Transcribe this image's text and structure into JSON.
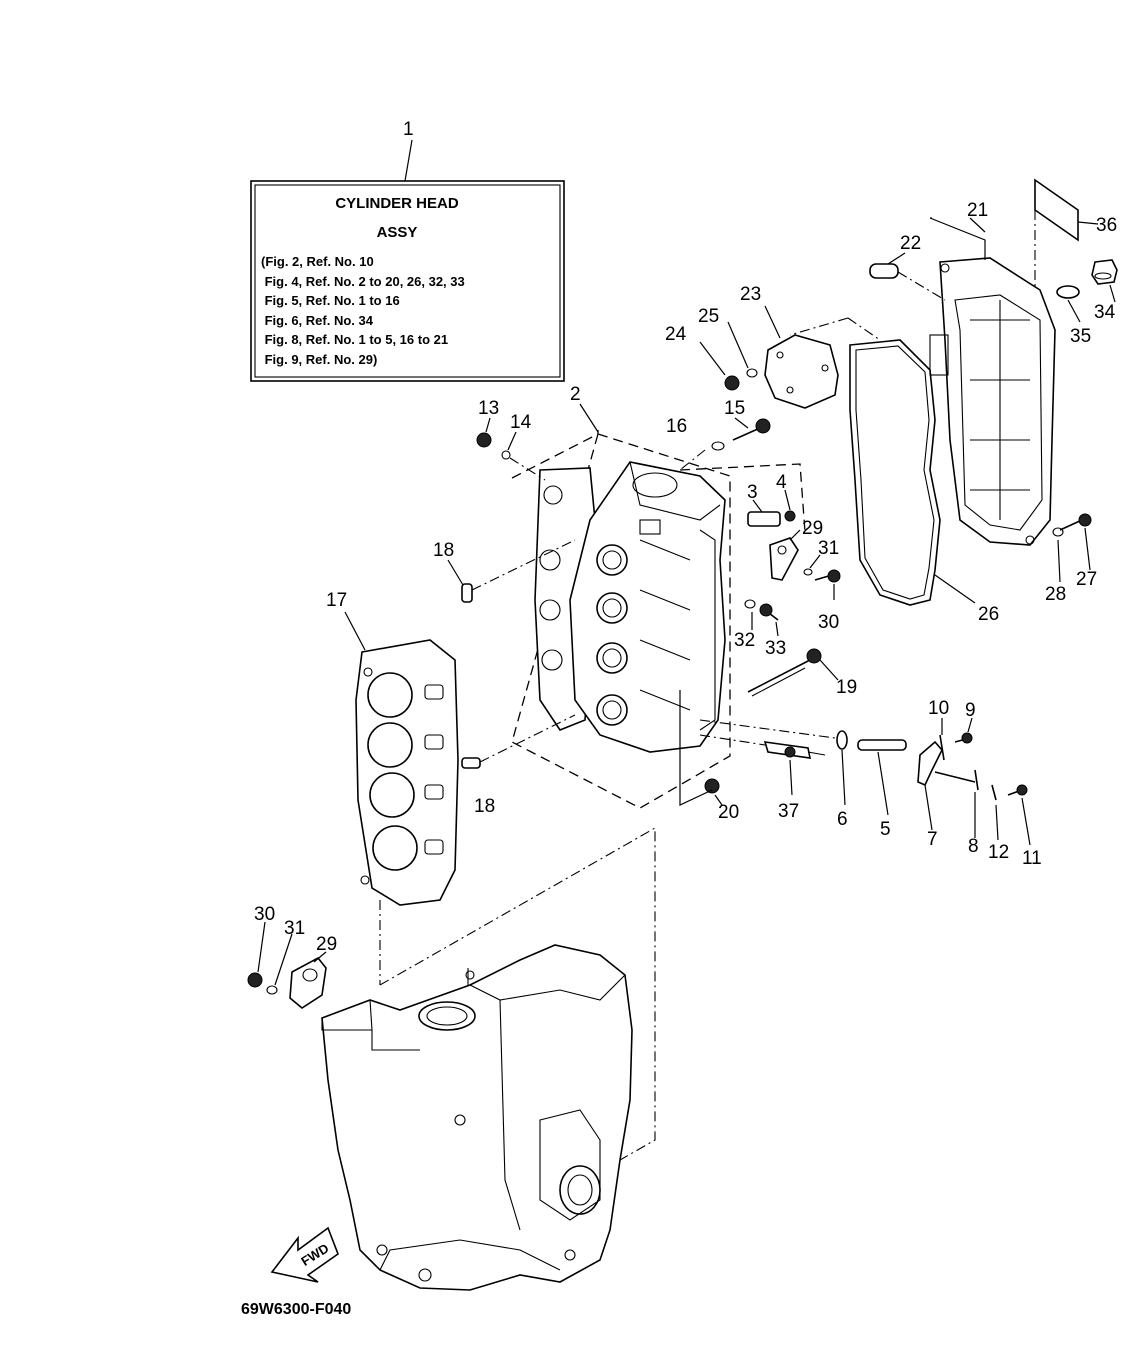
{
  "assy_box": {
    "title_line1": "CYLINDER HEAD",
    "title_line2": "ASSY",
    "lines": [
      "(Fig. 2, Ref. No. 10",
      " Fig. 4, Ref. No. 2 to 20, 26, 32, 33",
      " Fig. 5, Ref. No. 1 to 16",
      " Fig. 6, Ref. No. 34",
      " Fig. 8, Ref. No. 1 to 5, 16 to 21",
      " Fig. 9, Ref. No. 29)"
    ]
  },
  "callouts": {
    "c1": "1",
    "c2": "2",
    "c3": "3",
    "c4": "4",
    "c5": "5",
    "c6": "6",
    "c7": "7",
    "c8": "8",
    "c9": "9",
    "c10": "10",
    "c11": "11",
    "c12": "12",
    "c13": "13",
    "c14": "14",
    "c15": "15",
    "c16": "16",
    "c17": "17",
    "c18a": "18",
    "c18b": "18",
    "c19": "19",
    "c20": "20",
    "c21": "21",
    "c22": "22",
    "c23": "23",
    "c24": "24",
    "c25": "25",
    "c26": "26",
    "c27": "27",
    "c28": "28",
    "c29a": "29",
    "c29b": "29",
    "c30a": "30",
    "c30b": "30",
    "c31a": "31",
    "c31b": "31",
    "c32": "32",
    "c33": "33",
    "c34": "34",
    "c35": "35",
    "c36": "36",
    "c37": "37"
  },
  "fwd_label": "FWD",
  "diagram_code": "69W6300-F040"
}
